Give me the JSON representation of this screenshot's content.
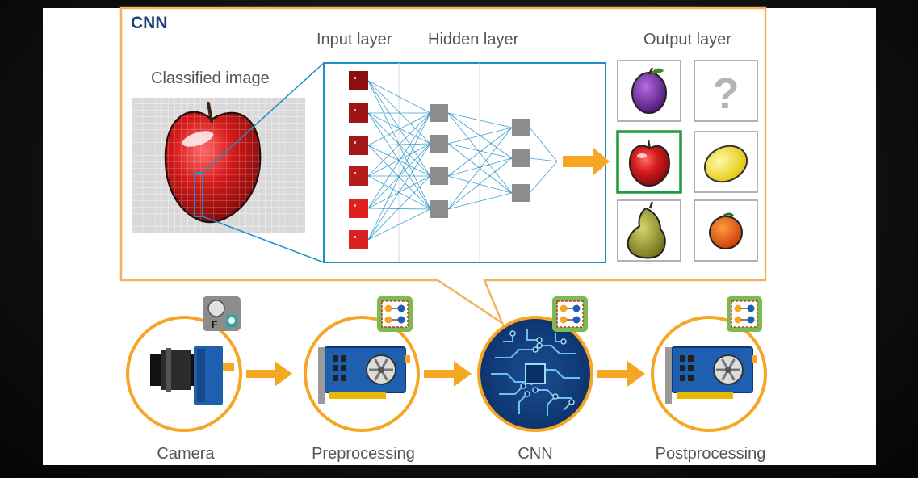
{
  "panel": {
    "title": "CNN",
    "classified_label": "Classified image",
    "input_layer_label": "Input layer",
    "hidden_layer_label": "Hidden layer",
    "output_layer_label": "Output layer",
    "unknown_symbol": "?"
  },
  "pipeline": {
    "stages": [
      {
        "label": "Camera"
      },
      {
        "label": "Preprocessing"
      },
      {
        "label": "CNN"
      },
      {
        "label": "Postprocessing"
      }
    ],
    "camera_badge_letter": "F"
  },
  "colors": {
    "accent_orange": "#f5a623",
    "network_blue": "#1d8fc8",
    "node_gray": "#8c8c8c",
    "highlight_green": "#1e9b3a",
    "title_blue": "#1f3f7a"
  }
}
